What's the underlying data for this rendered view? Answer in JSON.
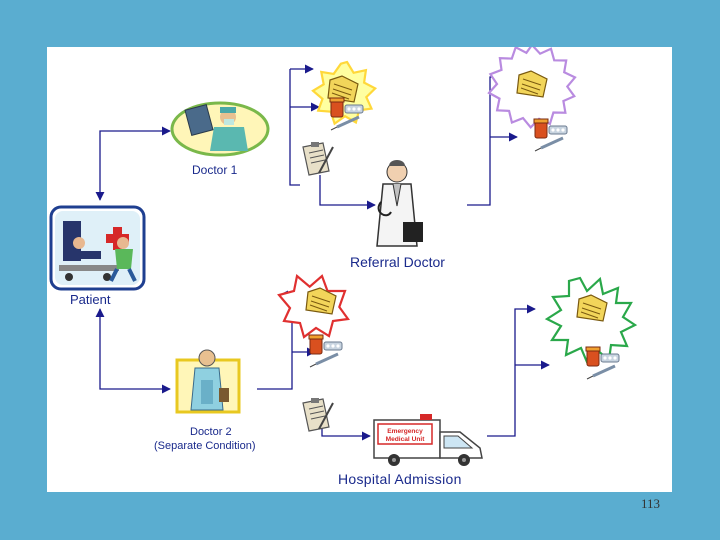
{
  "labels": {
    "doctor1": "Doctor 1",
    "referral_doctor": "Referral Doctor",
    "patient": "Patient",
    "doctor2_line1": "Doctor 2",
    "doctor2_line2": "(Separate Condition)",
    "hospital_admission": "Hospital Admission"
  },
  "ambulance": {
    "sign_line1": "Emergency",
    "sign_line2": "Medical Unit"
  },
  "page_number": "113",
  "colors": {
    "background": "#5aadd0",
    "connector": "#1a1a8c",
    "label_text": "#1a2a8c",
    "burst_yellow": "#ffd83a",
    "burst_purple": "#b98be0",
    "burst_red": "#e03030",
    "burst_green": "#2aa84a"
  }
}
